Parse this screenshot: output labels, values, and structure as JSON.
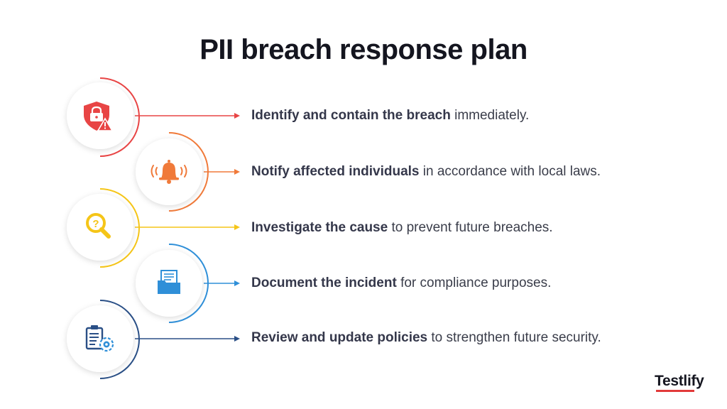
{
  "title": "PII breach response plan",
  "steps": [
    {
      "bold": "Identify and contain the breach",
      "rest": " immediately.",
      "color": "#e84545",
      "icon": "shield-alert-icon"
    },
    {
      "bold": "Notify affected individuals",
      "rest": " in accordance with local laws.",
      "color": "#f07a3a",
      "icon": "bell-icon"
    },
    {
      "bold": "Investigate the cause",
      "rest": " to prevent future breaches.",
      "color": "#f5c518",
      "icon": "magnifier-question-icon"
    },
    {
      "bold": "Document the incident",
      "rest": " for compliance purposes.",
      "color": "#2f8fd8",
      "icon": "document-folder-icon"
    },
    {
      "bold": "Review and update policies",
      "rest": " to strengthen future security.",
      "color": "#2a4f86",
      "icon": "clipboard-gear-icon"
    }
  ],
  "brand": {
    "name": "Testlify",
    "accent": "#e23a3a"
  }
}
